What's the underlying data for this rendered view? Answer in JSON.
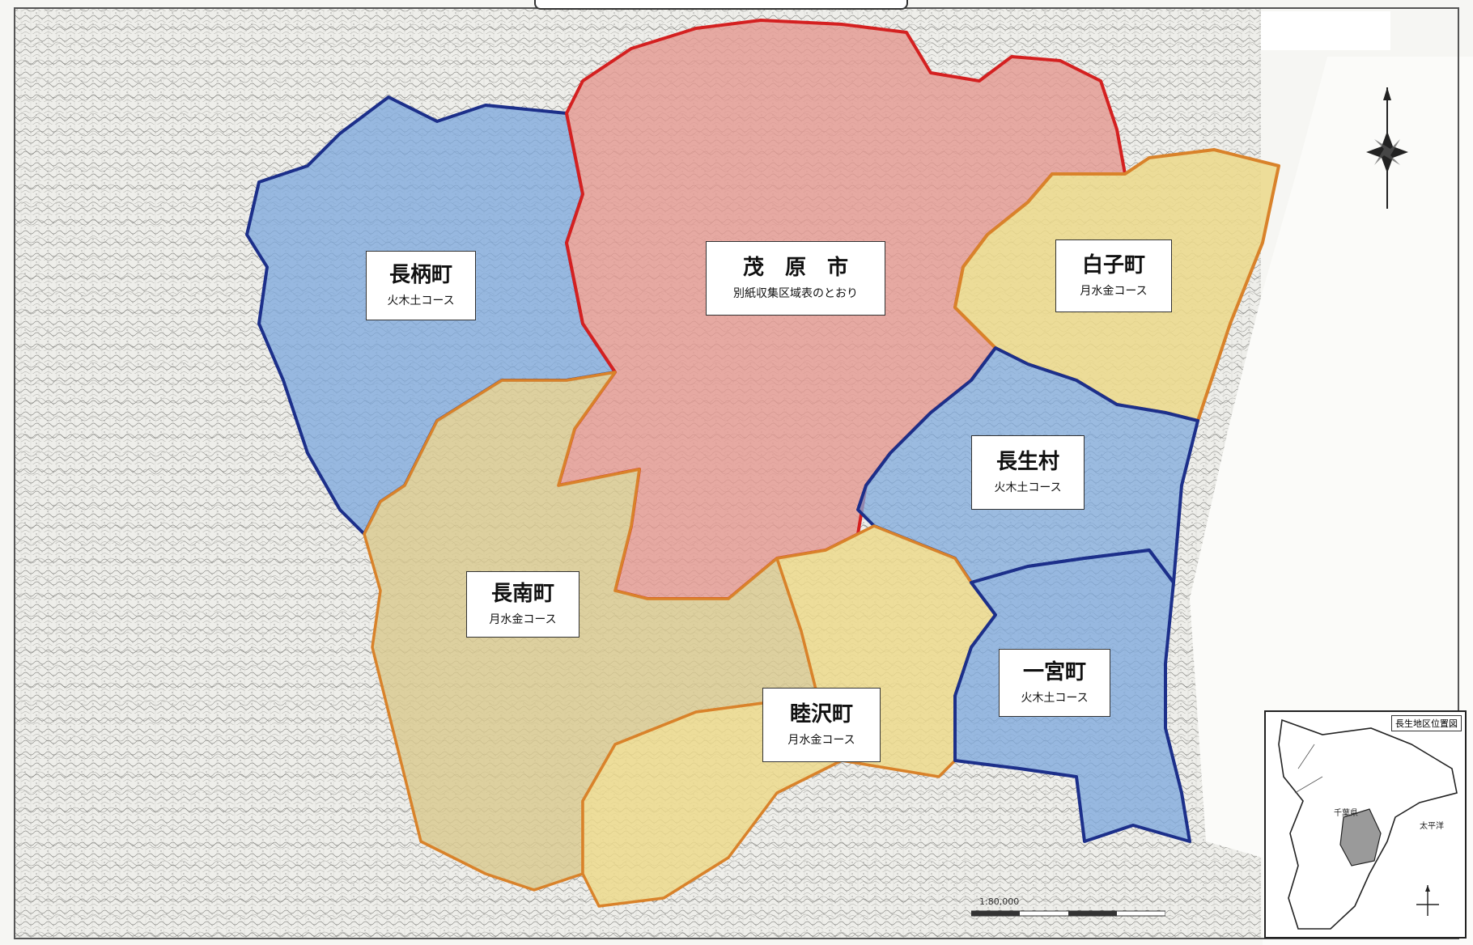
{
  "regions": [
    {
      "id": "mobara",
      "name": "茂　原　市",
      "course": "別紙収集区域表のとおり"
    },
    {
      "id": "nagara",
      "name": "長柄町",
      "course": "火木土コース"
    },
    {
      "id": "shirako",
      "name": "白子町",
      "course": "月水金コース"
    },
    {
      "id": "chosei",
      "name": "長生村",
      "course": "火木土コース"
    },
    {
      "id": "chonan",
      "name": "長南町",
      "course": "月水金コース"
    },
    {
      "id": "mutsuzawa",
      "name": "睦沢町",
      "course": "月水金コース"
    },
    {
      "id": "ichinomiya",
      "name": "一宮町",
      "course": "火木土コース"
    }
  ],
  "colors": {
    "blue": "#7fa9dc",
    "red": "#e49a92",
    "yellow": "#ecd98c",
    "tan": "#d9c98f",
    "blue_border": "#1c2f8a",
    "red_border": "#d42020",
    "orange_border": "#d9822a"
  },
  "inset": {
    "title": "長生地区位置図",
    "labels": {
      "prefecture": "千葉県",
      "ocean": "太平洋"
    }
  },
  "scale": "1:80,000",
  "icons": {
    "compass": "compass-rose-icon",
    "north": "north-arrow-icon"
  }
}
